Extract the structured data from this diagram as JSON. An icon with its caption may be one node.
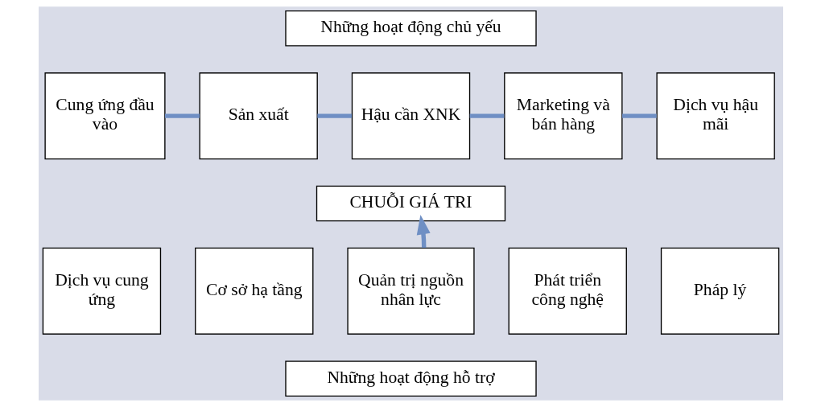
{
  "diagram": {
    "nodes": [
      {
        "text": [
          "Những hoạt động chủ yếu"
        ]
      },
      {
        "text": [
          "Cung ứng đầu vào"
        ]
      },
      {
        "text": [
          "Sản xuất"
        ]
      },
      {
        "text": [
          "Hậu cần XNK"
        ]
      },
      {
        "text": [
          "Marketing và bán hàng"
        ]
      },
      {
        "text": [
          "Dịch vụ hậu mãi"
        ]
      },
      {
        "text": [
          "CHUỖI GIÁ TRI"
        ]
      },
      {
        "text": [
          "Dịch vụ cung ứng"
        ]
      },
      {
        "text": [
          "Cơ sở hạ tầng"
        ]
      },
      {
        "text": [
          "Quản trị nguồn nhân lực"
        ]
      },
      {
        "text": [
          "Phát triển công nghệ"
        ]
      },
      {
        "text": [
          "Pháp lý"
        ]
      },
      {
        "text": [
          "Những hoạt động hỗ trợ"
        ]
      }
    ],
    "edges": [
      {
        "from": 1,
        "to": 2,
        "arrow": "none"
      },
      {
        "from": 2,
        "to": 3,
        "arrow": "none"
      },
      {
        "from": 3,
        "to": 4,
        "arrow": "none"
      },
      {
        "from": 4,
        "to": 5,
        "arrow": "none"
      },
      {
        "from": 9,
        "to": 6,
        "arrow": "to"
      }
    ]
  }
}
